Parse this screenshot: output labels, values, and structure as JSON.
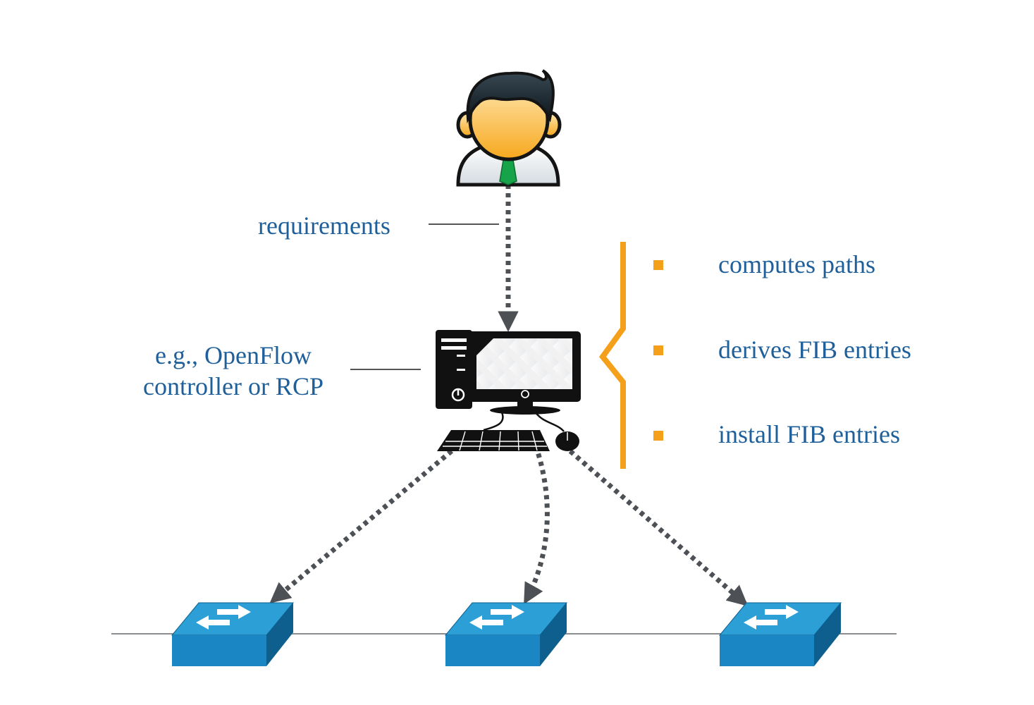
{
  "labels": {
    "requirements": "requirements",
    "controller_line1": "e.g., OpenFlow",
    "controller_line2": "controller or RCP"
  },
  "tasks": [
    "computes paths",
    "derives FIB entries",
    "install FIB entries"
  ],
  "icons": {
    "user": "user-icon",
    "controller": "desktop-computer-icon",
    "switch": "network-switch-icon"
  },
  "colors": {
    "label_text": "#1f5f9a",
    "brace": "#f5a01a",
    "bullet": "#f5a01a",
    "arrow": "#4d5156",
    "switch_top": "#2b9fd6",
    "switch_front": "#1a86c4",
    "switch_side": "#0e5f8e"
  }
}
